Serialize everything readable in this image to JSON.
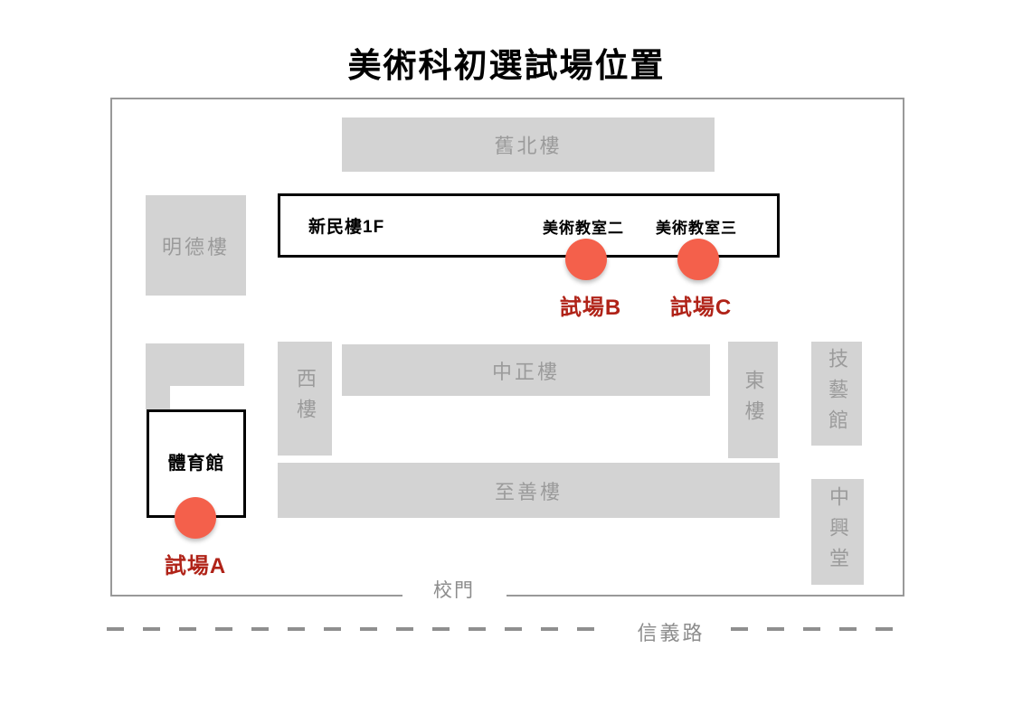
{
  "title": "美術科初選試場位置",
  "colors": {
    "building_fill": "#d3d3d3",
    "building_text": "#9b9b9b",
    "campus_border": "#999999",
    "exam_box_border": "#000000",
    "venue_dot": "#f4604b",
    "venue_label": "#b02318",
    "road_gray": "#8c8c8c"
  },
  "buildings": {
    "jiubei": "舊北樓",
    "mingde": "明德樓",
    "xilou": "西樓",
    "zhongzheng": "中正樓",
    "donglou": "東樓",
    "jiyi": "技藝館",
    "zhishan": "至善樓",
    "zhongxing": "中興堂"
  },
  "exam": {
    "xinmin_label": "新民樓1F",
    "room2": "美術教室二",
    "room3": "美術教室三",
    "gym_label": "體育館",
    "venue_a": "試場A",
    "venue_b": "試場B",
    "venue_c": "試場C"
  },
  "road": {
    "gate": "校門",
    "street": "信義路"
  }
}
